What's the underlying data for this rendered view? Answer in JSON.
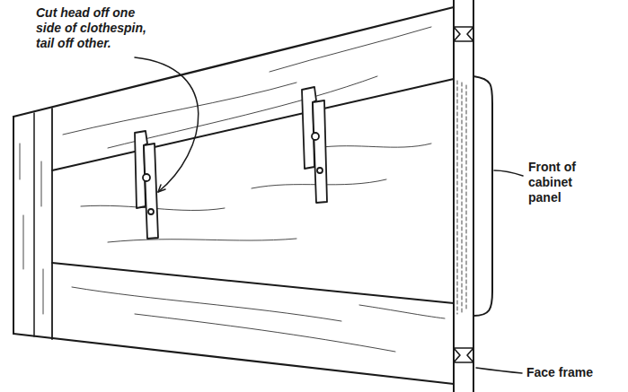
{
  "diagram": {
    "labels": [
      "Cut head off one side of clothespin, tail off other.",
      "Front of cabinet panel",
      "Face frame"
    ]
  }
}
